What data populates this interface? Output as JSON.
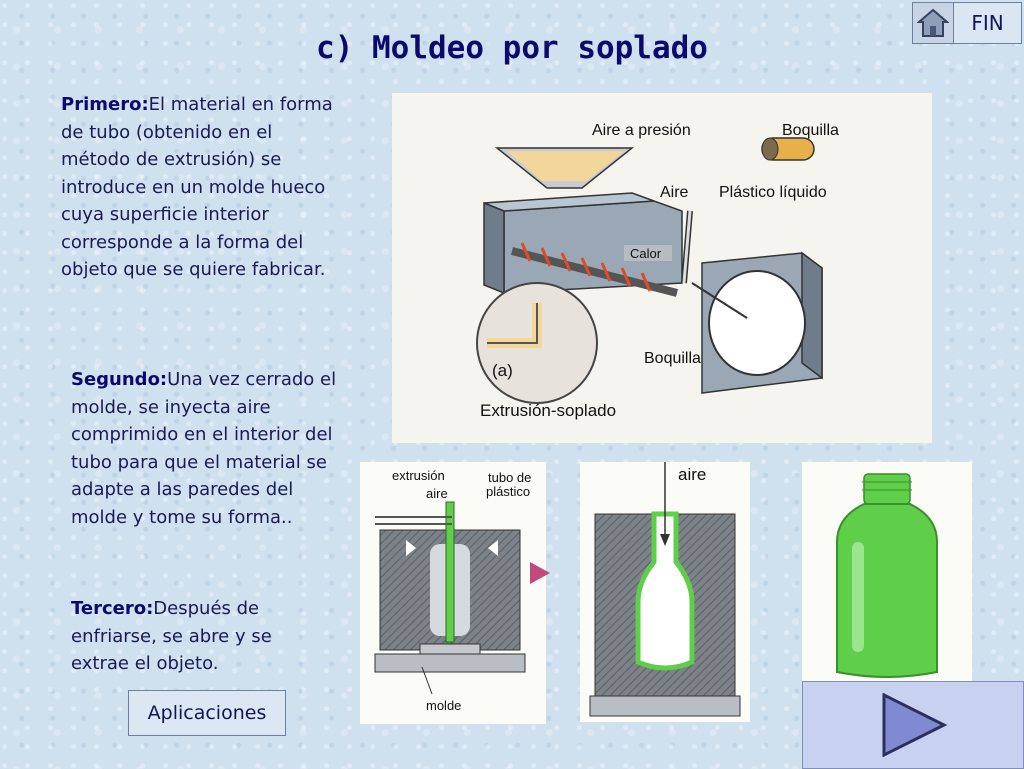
{
  "title": "c) Moldeo por soplado",
  "nav": {
    "fin_label": "FIN"
  },
  "paragraphs": {
    "primero_head": "Primero:",
    "primero_text": "El material en forma de tubo (obtenido en el método de extrusión) se introduce en un molde hueco cuya superficie interior corresponde a la forma del objeto que se quiere fabricar.",
    "segundo_head": "Segundo:",
    "segundo_text": "Una vez cerrado el molde, se inyecta aire comprimido en el interior del tubo para que el material se adapte a las paredes del molde y tome su forma..",
    "tercero_head": "Tercero:",
    "tercero_text": "Después de enfriarse, se abre y se extrae el objeto."
  },
  "buttons": {
    "aplicaciones": "Aplicaciones"
  },
  "figure_main": {
    "aire_presion": "Aire a presión",
    "boquilla_top": "Boquilla",
    "aire": "Aire",
    "plastico": "Plástico líquido",
    "calor": "Calor",
    "boquilla_bottom": "Boquilla",
    "a_label": "(a)",
    "caption": "Extrusión-soplado"
  },
  "figure_mold": {
    "extrusion": "extrusión",
    "aire": "aire",
    "tubo1": "tubo de",
    "tubo2": "plástico",
    "molde": "molde"
  },
  "figure_blow": {
    "aire": "aire"
  },
  "colors": {
    "title": "#0a0a6e",
    "text": "#1a1a55",
    "plastic": "#5fcf4a"
  },
  "icons": [
    "home-icon",
    "play-arrow-icon"
  ]
}
